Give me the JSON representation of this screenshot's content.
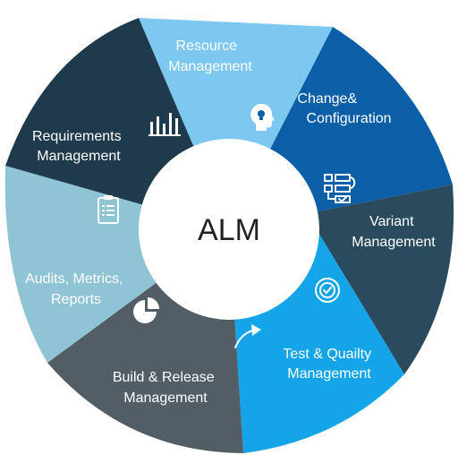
{
  "center": {
    "label": "ALM"
  },
  "segments": [
    {
      "id": "resource",
      "lines": [
        "Resource",
        "Management"
      ],
      "color": "#7cc8f0",
      "icon": "bar-chart-icon"
    },
    {
      "id": "change",
      "lines": [
        "Change&",
        "Configuration"
      ],
      "color": "#0a5fa6",
      "icon": "lightbulb-head-icon"
    },
    {
      "id": "variant",
      "lines": [
        "Variant",
        "Management"
      ],
      "color": "#2a4a5e",
      "icon": "process-flow-icon"
    },
    {
      "id": "test",
      "lines": [
        "Test & Quailty",
        "Management"
      ],
      "color": "#14a5e8",
      "icon": "check-cycle-icon"
    },
    {
      "id": "build",
      "lines": [
        "Build & Release",
        "Management"
      ],
      "color": "#525d66",
      "icon": "arrow-curve-icon"
    },
    {
      "id": "audits",
      "lines": [
        "Audits, Metrics,",
        "Reports"
      ],
      "color": "#8fc4d4",
      "icon": "pie-chart-icon"
    },
    {
      "id": "requirements",
      "lines": [
        "Requirements",
        "Management"
      ],
      "color": "#1e3a4c",
      "icon": "clipboard-icon"
    }
  ]
}
